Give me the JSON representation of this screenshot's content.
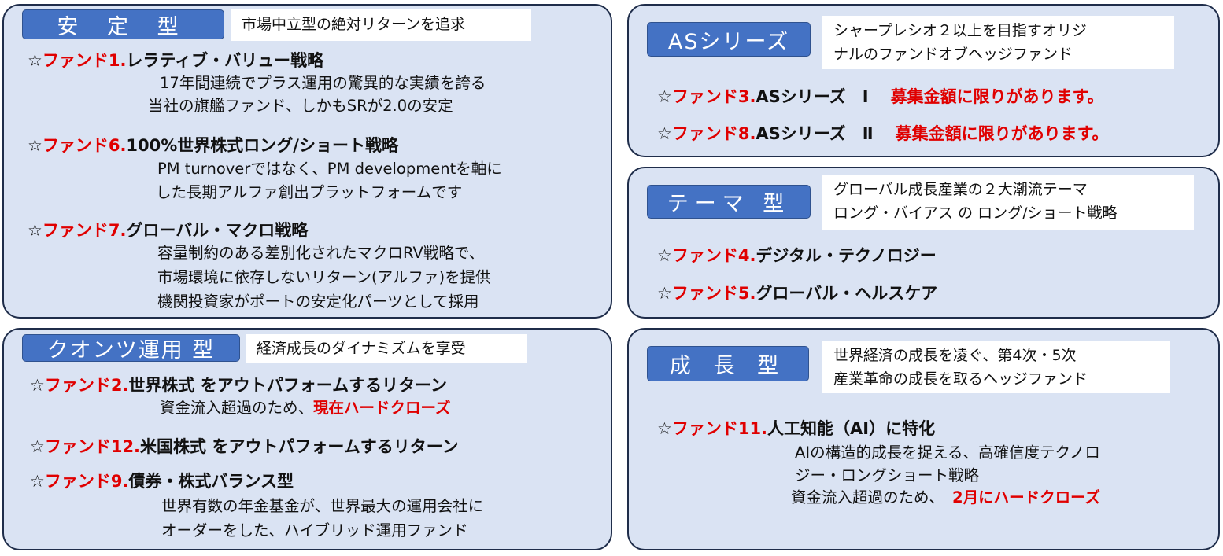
{
  "accent_color": "#4472c4",
  "highlight_color": "#e00000",
  "panels": {
    "stable": {
      "label": "安 定 型",
      "desc": "市場中立型の絶対リターンを追求",
      "funds": [
        {
          "star": "☆",
          "num": "ファンド1.",
          "name": "レラティブ・バリュー戦略",
          "lines": [
            "17年間連続でプラス運用の驚異的な実績を誇る",
            "当社の旗艦ファンド、しかもSRが2.0の安定"
          ]
        },
        {
          "star": "☆",
          "num": "ファンド6.",
          "name": "100%世界株式ロング/ショート戦略",
          "lines": [
            "PM turnoverではなく、PM developmentを軸に",
            "した長期アルファ創出プラットフォームです"
          ]
        },
        {
          "star": "☆",
          "num": "ファンド7.",
          "name": "グローバル・マクロ戦略",
          "lines": [
            "容量制約のある差別化されたマクロRV戦略で、",
            "市場環境に依存しないリターン(アルファ)を提供",
            "機関投資家がポートの安定化パーツとして採用"
          ]
        }
      ]
    },
    "quant": {
      "label": "クオンツ運用 型",
      "desc": "経済成長のダイナミズムを享受",
      "funds": [
        {
          "star": "☆",
          "num": "ファンド2.",
          "name": "世界株式 をアウトパフォームするリターン",
          "lines": [
            "資金流入超過のため、"
          ],
          "red": "現在ハードクローズ"
        },
        {
          "star": "☆",
          "num": "ファンド12.",
          "name": "米国株式 をアウトパフォームするリターン"
        },
        {
          "star": "☆",
          "num": "ファンド9.",
          "name": "債券・株式バランス型",
          "lines": [
            "世界有数の年金基金が、世界最大の運用会社に",
            "オーダーをした、ハイブリッド運用ファンド"
          ]
        }
      ]
    },
    "as": {
      "label": "ASシリーズ",
      "desc": [
        "シャープレシオ２以上を目指すオリジ",
        "ナルのファンドオブヘッジファンド"
      ],
      "funds": [
        {
          "star": "☆",
          "num": "ファンド3.",
          "name": "ASシリーズ　Ⅰ",
          "note": "募集金額に限りがあります。"
        },
        {
          "star": "☆",
          "num": "ファンド8.",
          "name": "ASシリーズ　Ⅱ",
          "note": "募集金額に限りがあります。"
        }
      ]
    },
    "theme": {
      "label": "テーマ 型",
      "desc": [
        "グローバル成長産業の２大潮流テーマ",
        "ロング・バイアス の ロング/ショート戦略"
      ],
      "funds": [
        {
          "star": "☆",
          "num": "ファンド4.",
          "name": "デジタル・テクノロジー"
        },
        {
          "star": "☆",
          "num": "ファンド5.",
          "name": "グローバル・ヘルスケア"
        }
      ]
    },
    "growth": {
      "label": "成 長 型",
      "desc": [
        "世界経済の成長を凌ぐ、第4次・5次",
        "産業革命の成長を取るヘッジファンド"
      ],
      "funds": [
        {
          "star": "☆",
          "num": "ファンド11.",
          "name": "人工知能（AI）に特化",
          "lines": [
            "AIの構造的成長を捉える、高確信度テクノロ",
            "ジー・ロングショート戦略",
            "資金流入超過のため、"
          ],
          "red": "2月にハードクローズ"
        }
      ]
    }
  }
}
